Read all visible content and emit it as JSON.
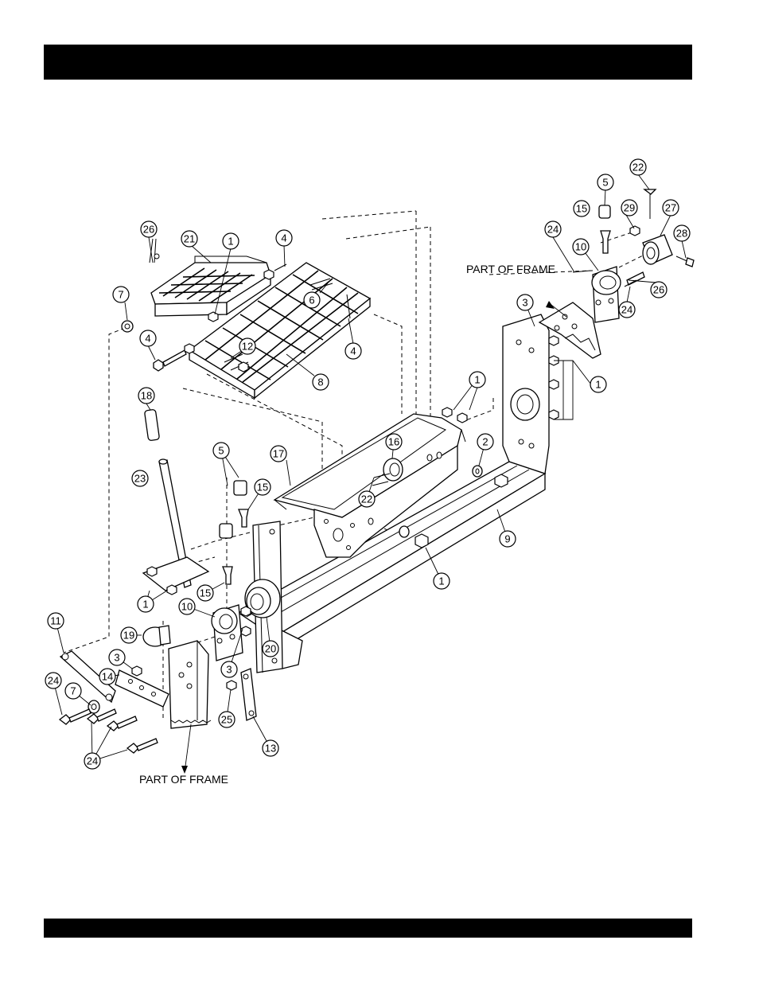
{
  "header_bar": {
    "title": ""
  },
  "footer_bar": {
    "text": ""
  },
  "frame_labels": {
    "upper": "PART OF FRAME",
    "lower": "PART OF FRAME"
  },
  "callouts": {
    "c26a": "26",
    "c21": "21",
    "c1a": "1",
    "c4a": "4",
    "c7a": "7",
    "c6": "6",
    "c4b": "4",
    "c12": "12",
    "c4c": "4",
    "c8": "8",
    "c22a": "22",
    "c5a": "5",
    "c15a": "15",
    "c29": "29",
    "c27": "27",
    "c28": "28",
    "c24a": "24",
    "c10a": "10",
    "c26b": "26",
    "c3a": "3",
    "c24b": "24",
    "c1b": "1",
    "c1c": "1",
    "c18": "18",
    "c16": "16",
    "c2": "2",
    "c17": "17",
    "c22b": "22",
    "c23": "23",
    "c5b": "5",
    "c15b": "15",
    "c9": "9",
    "c1d": "1",
    "c1e": "1",
    "c15c": "15",
    "c10b": "10",
    "c11": "11",
    "c19": "19",
    "c20": "20",
    "c3b": "3",
    "c3c": "3",
    "c14": "14",
    "c24c": "24",
    "c7b": "7",
    "c25": "25",
    "c13": "13",
    "c24d": "24"
  }
}
